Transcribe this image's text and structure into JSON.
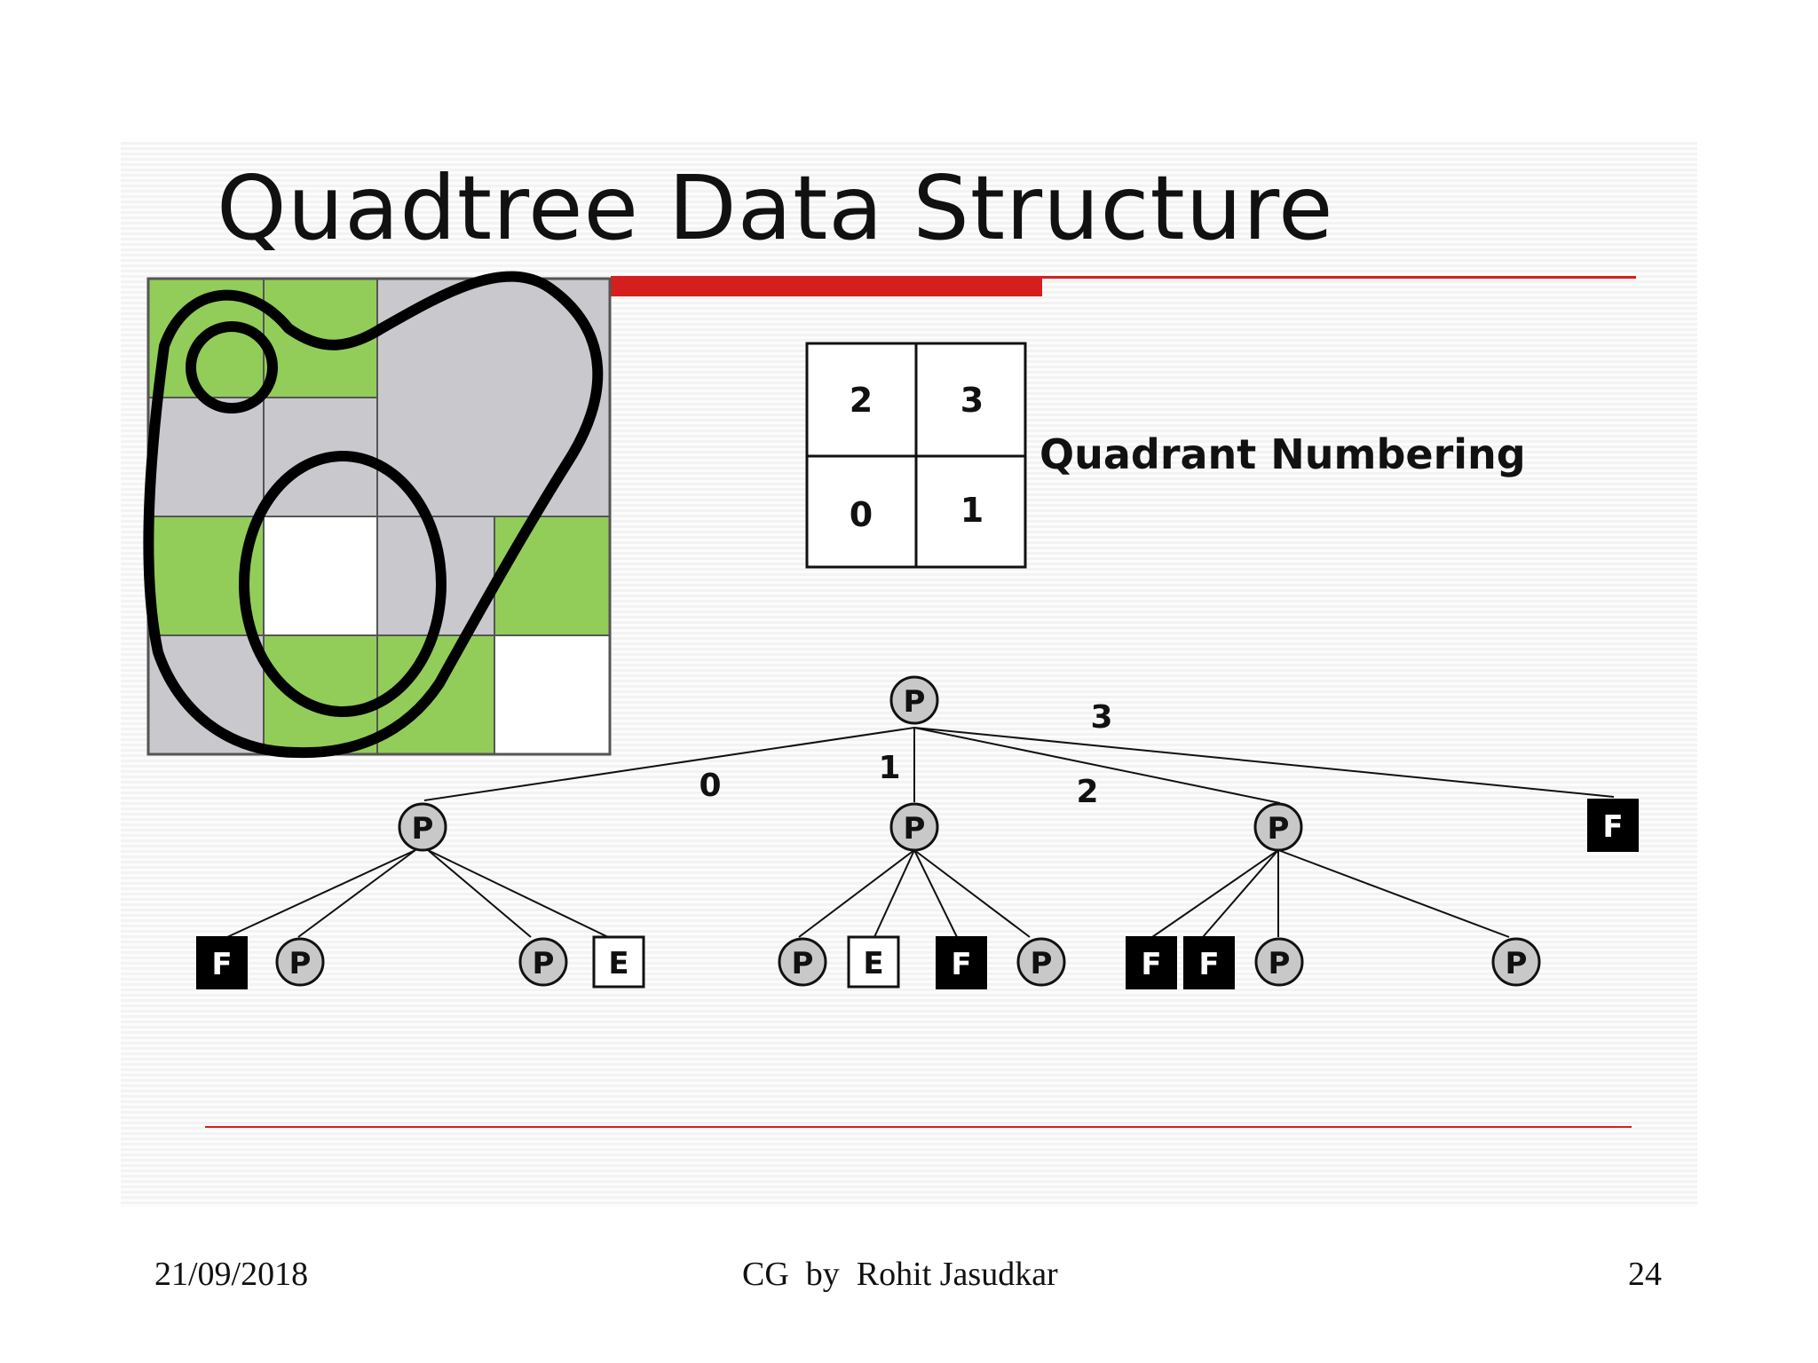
{
  "title": "Quadtree Data Structure",
  "quadrant_numbering": {
    "label": "Quadrant Numbering",
    "top_left": "2",
    "top_right": "3",
    "bottom_left": "0",
    "bottom_right": "1"
  },
  "colors": {
    "accent_red": "#d51f1f",
    "region_green": "#92cd5a",
    "region_gray": "#c9c8cc",
    "region_white": "#ffffff",
    "full_node": "#000000",
    "partial_node": "#c8c8c8"
  },
  "tree": {
    "root": "P",
    "edge_labels": [
      "0",
      "1",
      "2",
      "3"
    ],
    "level1": [
      "P",
      "P",
      "P",
      "F"
    ],
    "level2_group0": [
      "F",
      "P",
      "P",
      "E"
    ],
    "level2_group1": [
      "P",
      "E",
      "F",
      "P"
    ],
    "level2_group2": [
      "F",
      "F",
      "P",
      "P"
    ]
  },
  "footer": {
    "date": "21/09/2018",
    "center": "CG  by  Rohit Jasudkar",
    "page": "24"
  }
}
